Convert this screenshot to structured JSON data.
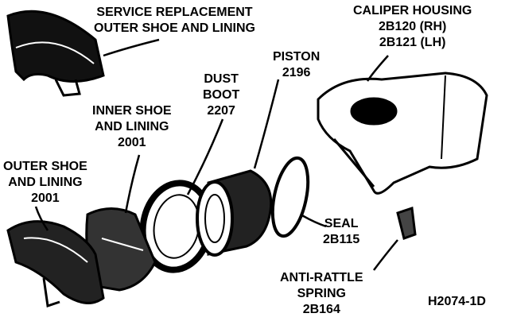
{
  "labels": {
    "service_outer_shoe": [
      "SERVICE REPLACEMENT",
      "OUTER SHOE AND LINING"
    ],
    "caliper_housing": [
      "CALIPER HOUSING",
      "2B120 (RH)",
      "2B121 (LH)"
    ],
    "piston": [
      "PISTON",
      "2196"
    ],
    "dust_boot": [
      "DUST",
      "BOOT",
      "2207"
    ],
    "inner_shoe": [
      "INNER SHOE",
      "AND LINING",
      "2001"
    ],
    "outer_shoe": [
      "OUTER SHOE",
      "AND LINING",
      "2001"
    ],
    "seal": [
      "SEAL",
      "2B115"
    ],
    "anti_rattle_spring": [
      "ANTI-RATTLE",
      "SPRING",
      "2B164"
    ],
    "figure_id": "H2074-1D"
  },
  "colors": {
    "ink": "#000000",
    "paper": "#ffffff"
  }
}
